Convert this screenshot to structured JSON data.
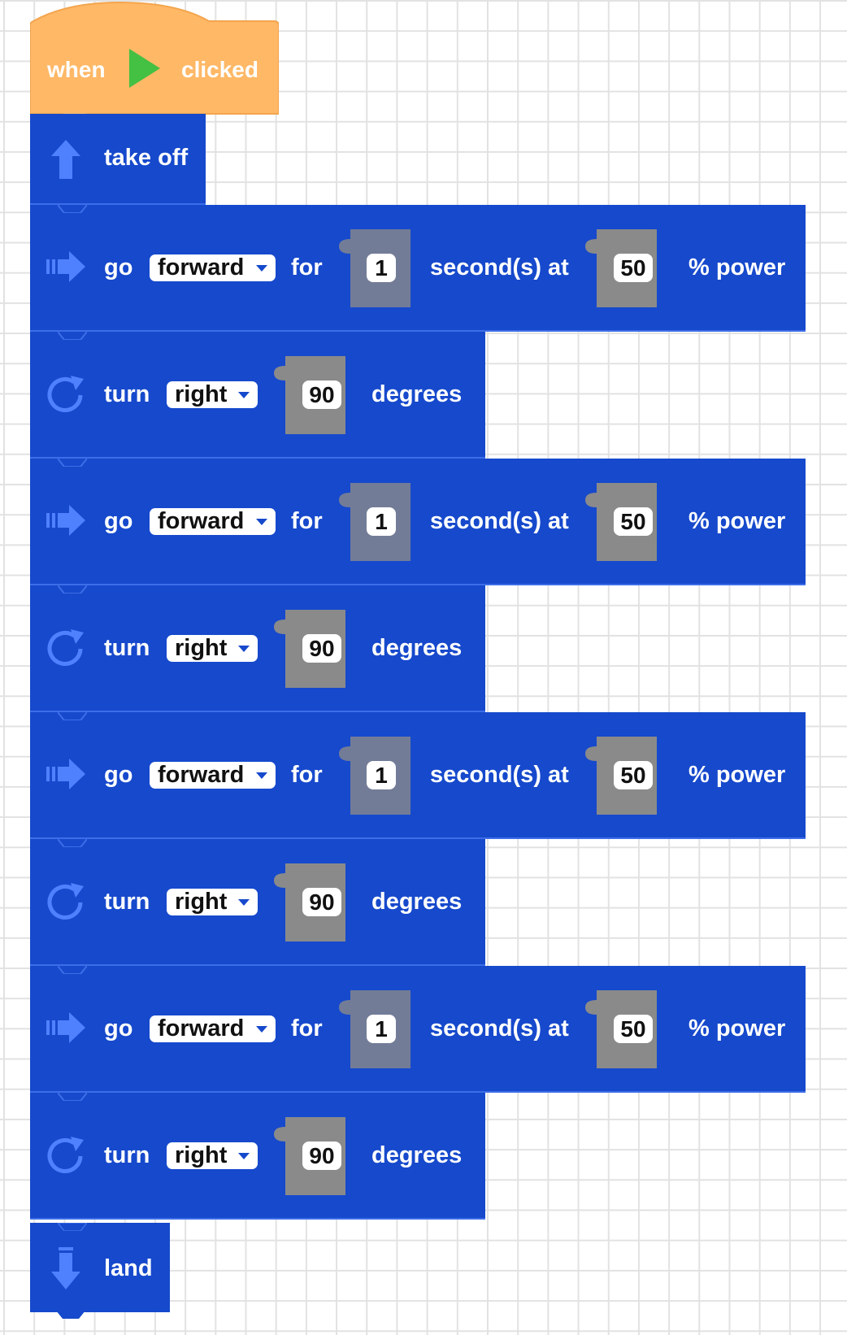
{
  "colors": {
    "event": "#ffb866",
    "command": "#1649cc",
    "command_border": "#3d6ee8",
    "slot_gray": "#8a8a8a",
    "slot_gray_blue": "#737c97",
    "flag_green": "#44c043"
  },
  "hat": {
    "when": "when",
    "flag_icon": "green-flag-icon",
    "clicked": "clicked"
  },
  "take_off": {
    "icon": "arrow-up-icon",
    "label": "take off"
  },
  "go_block": {
    "icon": "arrow-right-icon",
    "go": "go",
    "direction": "forward",
    "for": "for",
    "seconds": "1",
    "seconds_label": "second(s) at",
    "power": "50",
    "power_label": "% power"
  },
  "turn_block": {
    "icon": "rotate-clockwise-icon",
    "turn": "turn",
    "direction": "right",
    "degrees": "90",
    "degrees_label": "degrees"
  },
  "program": [
    {
      "type": "go",
      "go": "go",
      "direction": "forward",
      "for": "for",
      "seconds": "1",
      "seconds_label": "second(s) at",
      "power": "50",
      "power_label": "% power"
    },
    {
      "type": "turn",
      "turn": "turn",
      "direction": "right",
      "degrees": "90",
      "degrees_label": "degrees"
    },
    {
      "type": "go",
      "go": "go",
      "direction": "forward",
      "for": "for",
      "seconds": "1",
      "seconds_label": "second(s) at",
      "power": "50",
      "power_label": "% power"
    },
    {
      "type": "turn",
      "turn": "turn",
      "direction": "right",
      "degrees": "90",
      "degrees_label": "degrees"
    },
    {
      "type": "go",
      "go": "go",
      "direction": "forward",
      "for": "for",
      "seconds": "1",
      "seconds_label": "second(s) at",
      "power": "50",
      "power_label": "% power"
    },
    {
      "type": "turn",
      "turn": "turn",
      "direction": "right",
      "degrees": "90",
      "degrees_label": "degrees"
    },
    {
      "type": "go",
      "go": "go",
      "direction": "forward",
      "for": "for",
      "seconds": "1",
      "seconds_label": "second(s) at",
      "power": "50",
      "power_label": "% power"
    },
    {
      "type": "turn",
      "turn": "turn",
      "direction": "right",
      "degrees": "90",
      "degrees_label": "degrees"
    }
  ],
  "land": {
    "icon": "arrow-down-icon",
    "label": "land"
  }
}
